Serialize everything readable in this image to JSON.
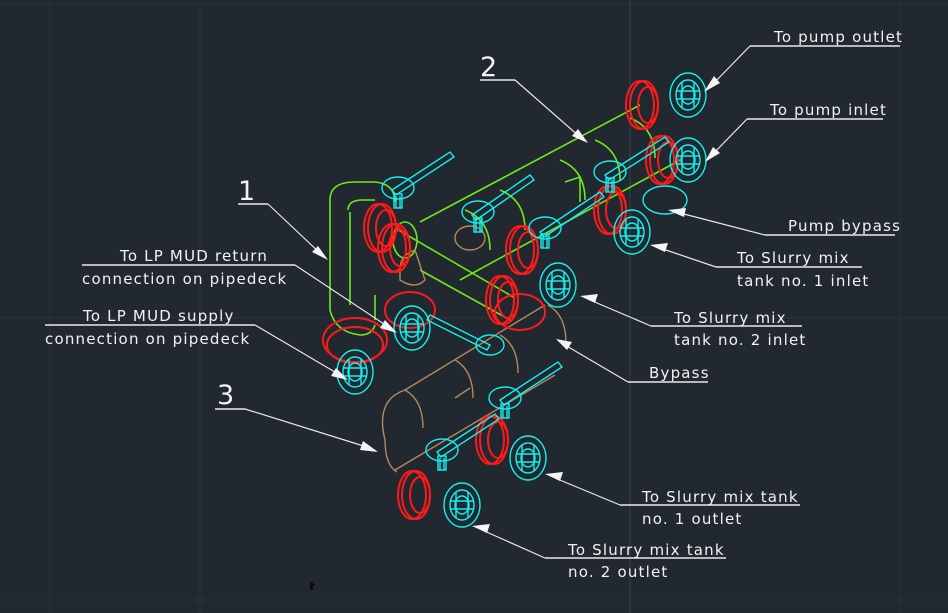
{
  "drawing": {
    "type": "isometric piping assembly (CAD model space)",
    "background_color": "#212830",
    "layer_colors": {
      "pipe_section_1_2": "#6ee81c",
      "flanges": "#ff1a1a",
      "valves_and_couplings": "#14f0f0",
      "pipe_section_3": "#b58a5a",
      "annotations": "#f2f2f2"
    }
  },
  "item_numbers": {
    "item1": "1",
    "item2": "2",
    "item3": "3"
  },
  "callouts": {
    "pump_outlet": "To pump outlet",
    "pump_inlet": "To pump inlet",
    "pump_bypass": "Pump bypass",
    "slurry1_inlet_l1": "To Slurry mix",
    "slurry1_inlet_l2": "tank no. 1 inlet",
    "slurry2_inlet_l1": "To Slurry mix",
    "slurry2_inlet_l2": "tank no. 2 inlet",
    "bypass": "Bypass",
    "lp_return_l1": "To LP MUD return",
    "lp_return_l2": "connection on pipedeck",
    "lp_supply_l1": "To LP MUD supply",
    "lp_supply_l2": "connection on pipedeck",
    "slurry1_outlet_l1": "To Slurry mix tank",
    "slurry1_outlet_l2": "no. 1 outlet",
    "slurry2_outlet_l1": "To Slurry mix tank",
    "slurry2_outlet_l2": "no. 2 outlet"
  }
}
